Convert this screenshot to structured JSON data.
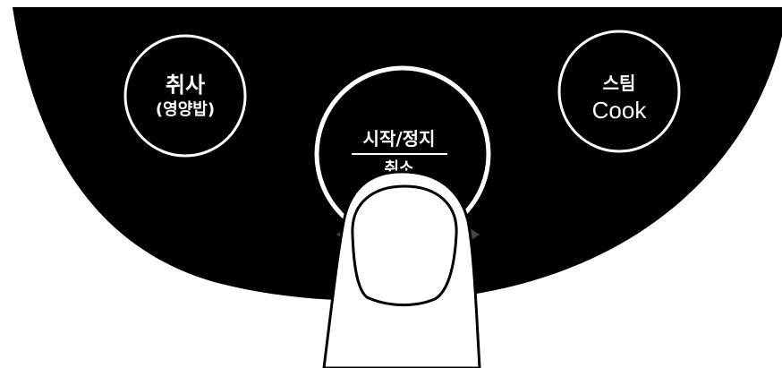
{
  "panel": {
    "buttons": {
      "cook_rice": {
        "line1": "취사",
        "line2": "(영양밥)"
      },
      "start_stop": {
        "top": "시작/정지",
        "bottom": "취소"
      },
      "steam_cook": {
        "line1": "스팀",
        "line2": "Cook"
      }
    }
  },
  "colors": {
    "panel": "#000000",
    "ring": "#ffffff",
    "finger_outline": "#000000",
    "finger_fill": "#ffffff"
  }
}
